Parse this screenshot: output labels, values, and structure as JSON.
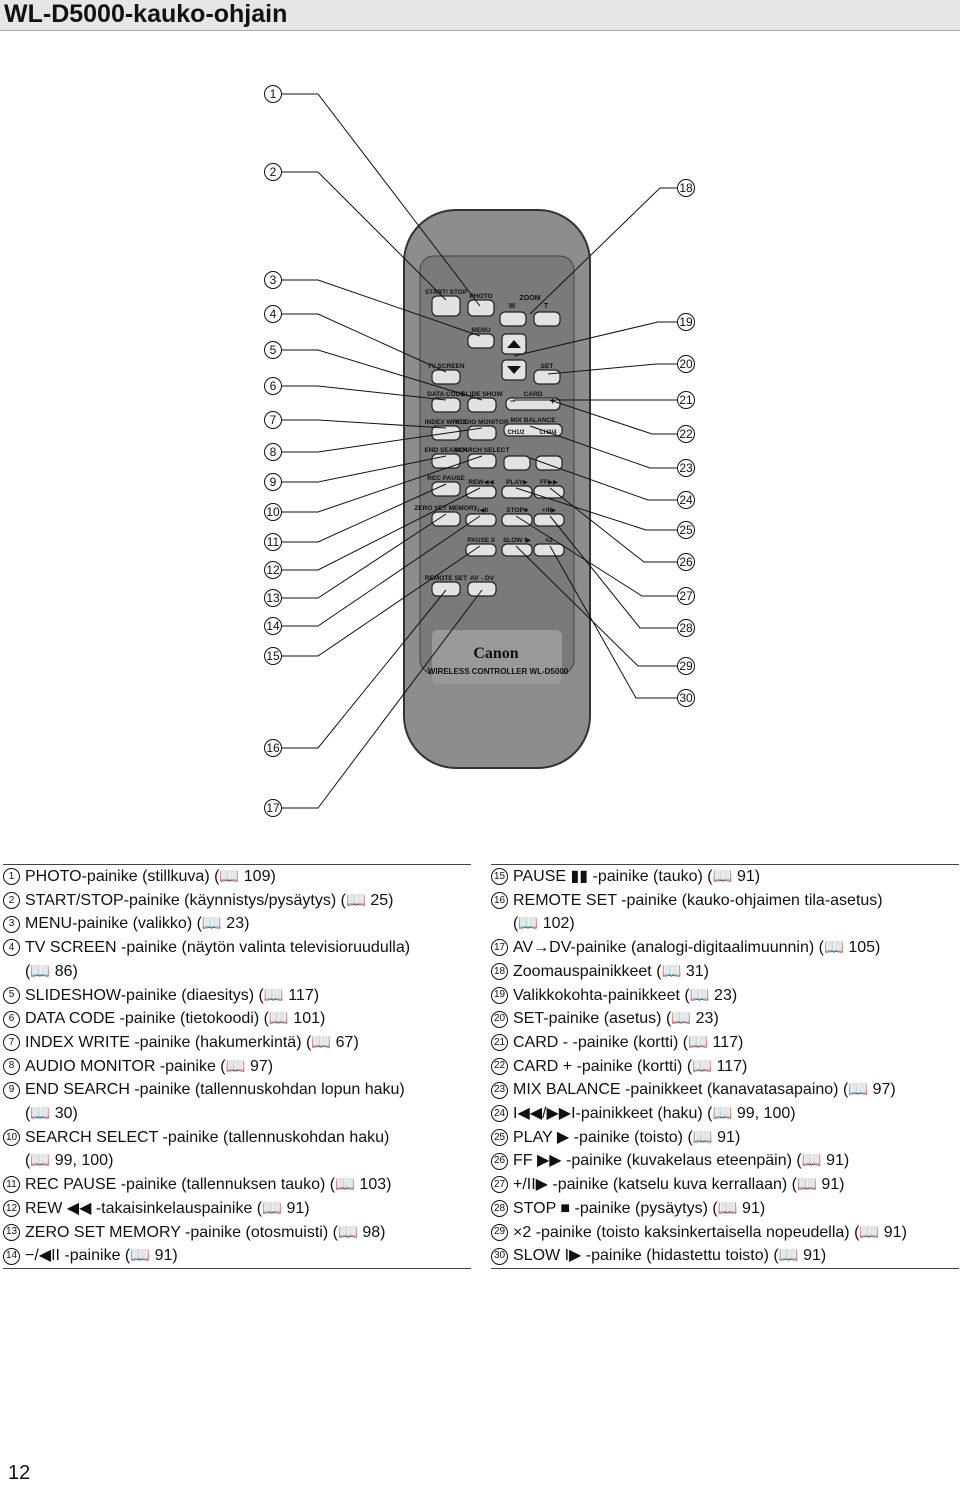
{
  "page": {
    "title": "WL-D5000-kauko-ohjain",
    "page_number": "12"
  },
  "figure": {
    "callouts_left": [
      "1",
      "2",
      "3",
      "4",
      "5",
      "6",
      "7",
      "8",
      "9",
      "10",
      "11",
      "12",
      "13",
      "14",
      "15",
      "16",
      "17"
    ],
    "callouts_right": [
      "18",
      "19",
      "20",
      "21",
      "22",
      "23",
      "24",
      "25",
      "26",
      "27",
      "28",
      "29",
      "30"
    ],
    "remote": {
      "brand": "Canon",
      "model": "WIRELESS CONTROLLER WL-D5000",
      "buttons": {
        "start_stop": "START/ STOP",
        "photo": "PHOTO",
        "zoom": "ZOOM",
        "zoom_w": "W",
        "zoom_t": "T",
        "menu": "MENU",
        "set": "SET",
        "tv_screen": "TV SCREEN",
        "data_code": "DATA CODE",
        "slide_show": "SLIDE SHOW",
        "card": "CARD",
        "card_minus": "−",
        "card_plus": "+",
        "index_write": "INDEX WRITE",
        "audio_monitor": "AUDIO MONITOR",
        "mix_balance": "MIX BALANCE",
        "ch12": "CH1/2",
        "ch34": "CH3/4",
        "end_search": "END SEARCH",
        "search_select": "SEARCH SELECT",
        "rec_pause": "REC PAUSE",
        "rew": "REW◀◀",
        "play": "PLAY▶",
        "ff": "FF▶▶",
        "zero_set_memory": "ZERO SET MEMORY",
        "minus_frame": "−/◀II",
        "stop": "STOP■",
        "plus_frame": "+/II▶",
        "pause": "PAUSE II",
        "slow": "SLOW I▶",
        "x2": "×2",
        "remote_set": "REMOTE SET",
        "av_dv": "AV→DV"
      }
    }
  },
  "legend_left": [
    {
      "n": "1",
      "lines": [
        "PHOTO-painike (stillkuva) (📖 109)"
      ]
    },
    {
      "n": "2",
      "lines": [
        "START/STOP-painike (käynnistys/pysäytys) (📖 25)"
      ]
    },
    {
      "n": "3",
      "lines": [
        "MENU-painike (valikko) (📖 23)"
      ]
    },
    {
      "n": "4",
      "lines": [
        "TV SCREEN -painike (näytön valinta televisioruudulla)",
        "(📖 86)"
      ]
    },
    {
      "n": "5",
      "lines": [
        "SLIDESHOW-painike (diaesitys) (📖 117)"
      ]
    },
    {
      "n": "6",
      "lines": [
        "DATA CODE -painike (tietokoodi) (📖 101)"
      ]
    },
    {
      "n": "7",
      "lines": [
        "INDEX WRITE -painike (hakumerkintä) (📖 67)"
      ]
    },
    {
      "n": "8",
      "lines": [
        "AUDIO MONITOR -painike (📖 97)"
      ]
    },
    {
      "n": "9",
      "lines": [
        "END SEARCH -painike (tallennuskohdan lopun haku)",
        "(📖 30)"
      ]
    },
    {
      "n": "10",
      "lines": [
        "SEARCH SELECT -painike (tallennuskohdan haku)",
        "(📖 99, 100)"
      ]
    },
    {
      "n": "11",
      "lines": [
        "REC PAUSE -painike (tallennuksen tauko) (📖 103)"
      ]
    },
    {
      "n": "12",
      "lines": [
        "REW ◀◀ -takaisinkelauspainike (📖 91)"
      ]
    },
    {
      "n": "13",
      "lines": [
        "ZERO SET MEMORY -painike (otosmuisti) (📖 98)"
      ]
    },
    {
      "n": "14",
      "lines": [
        "−/◀II -painike (📖 91)"
      ]
    }
  ],
  "legend_right": [
    {
      "n": "15",
      "lines": [
        "PAUSE ▮▮ -painike (tauko) (📖 91)"
      ]
    },
    {
      "n": "16",
      "lines": [
        "REMOTE SET -painike (kauko-ohjaimen tila-asetus)",
        "(📖 102)"
      ]
    },
    {
      "n": "17",
      "lines": [
        "AV→DV-painike (analogi-digitaalimuunnin) (📖 105)"
      ]
    },
    {
      "n": "18",
      "lines": [
        "Zoomauspainikkeet (📖 31)"
      ]
    },
    {
      "n": "19",
      "lines": [
        "Valikkokohta-painikkeet (📖 23)"
      ]
    },
    {
      "n": "20",
      "lines": [
        "SET-painike (asetus) (📖 23)"
      ]
    },
    {
      "n": "21",
      "lines": [
        "CARD - -painike (kortti) (📖 117)"
      ]
    },
    {
      "n": "22",
      "lines": [
        "CARD + -painike (kortti) (📖 117)"
      ]
    },
    {
      "n": "23",
      "lines": [
        "MIX BALANCE -painikkeet (kanavatasapaino) (📖 97)"
      ]
    },
    {
      "n": "24",
      "lines": [
        "I◀◀/▶▶I-painikkeet (haku) (📖 99, 100)"
      ]
    },
    {
      "n": "25",
      "lines": [
        "PLAY ▶ -painike (toisto) (📖 91)"
      ]
    },
    {
      "n": "26",
      "lines": [
        "FF ▶▶ -painike (kuvakelaus eteenpäin) (📖 91)"
      ]
    },
    {
      "n": "27",
      "lines": [
        "+/II▶ -painike (katselu kuva kerrallaan) (📖 91)"
      ]
    },
    {
      "n": "28",
      "lines": [
        "STOP ■ -painike (pysäytys) (📖 91)"
      ]
    },
    {
      "n": "29",
      "lines": [
        "×2 -painike (toisto kaksinkertaisella nopeudella) (📖 91)"
      ]
    },
    {
      "n": "30",
      "lines": [
        "SLOW I▶ -painike (hidastettu toisto) (📖 91)"
      ]
    }
  ]
}
